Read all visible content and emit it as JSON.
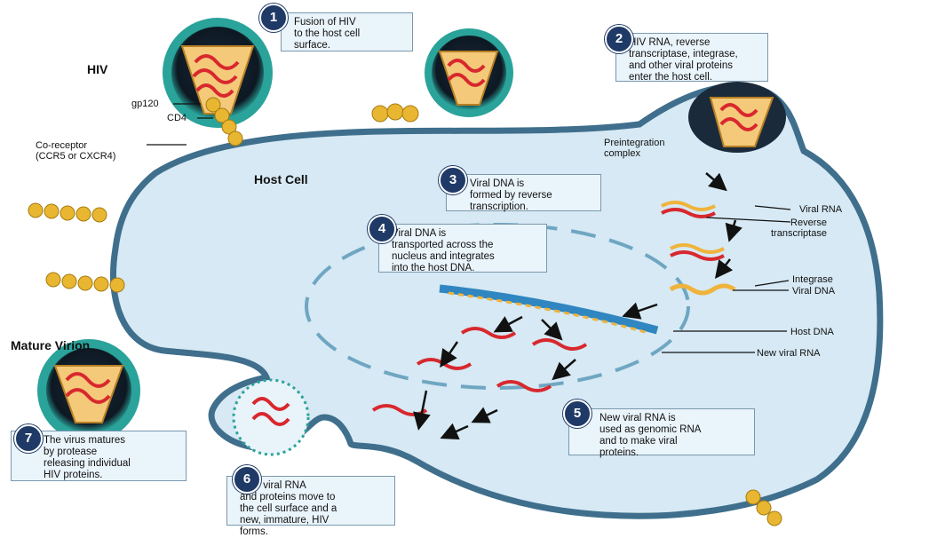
{
  "labels": {
    "hiv": "HIV",
    "gp120": "gp120",
    "cd4": "CD4",
    "coreceptor": "Co-receptor\n(CCR5 or CXCR4)",
    "host_cell": "Host Cell",
    "mature_virion": "Mature Virion",
    "preintegration_complex": "Preintegration\ncomplex",
    "viral_rna": "Viral RNA",
    "reverse_transcriptase": "Reverse\ntranscriptase",
    "integrase": "Integrase",
    "viral_dna": "Viral DNA",
    "host_dna": "Host DNA",
    "new_viral_rna": "New viral RNA"
  },
  "steps": [
    {
      "number": "1",
      "text": "Fusion of  HIV\nto the host cell\nsurface."
    },
    {
      "number": "2",
      "text": "HIV RNA, reverse\ntranscriptase, integrase,\nand other viral proteins\nenter the host cell."
    },
    {
      "number": "3",
      "text": "Viral DNA is\nformed by reverse\ntranscription."
    },
    {
      "number": "4",
      "text": "Viral DNA is\ntransported across the\nnucleus and integrates\ninto the host DNA."
    },
    {
      "number": "5",
      "text": "New viral RNA is\nused as genomic RNA\nand to make viral\nproteins."
    },
    {
      "number": "6",
      "text": "New viral RNA\nand proteins move to\nthe cell surface and a\nnew, immature,  HIV\nforms."
    },
    {
      "number": "7",
      "text": "The virus matures\nby protease\nreleasing individual\nHIV proteins."
    }
  ],
  "colors": {
    "cell_fill": "#d6e9f4",
    "membrane": "#3f6f8c",
    "virus_shell": "#2aa39a",
    "capsid": "#f4c97a",
    "rna": "#d8282e",
    "cd4": "#e8b631",
    "badge": "#1f3a66"
  }
}
